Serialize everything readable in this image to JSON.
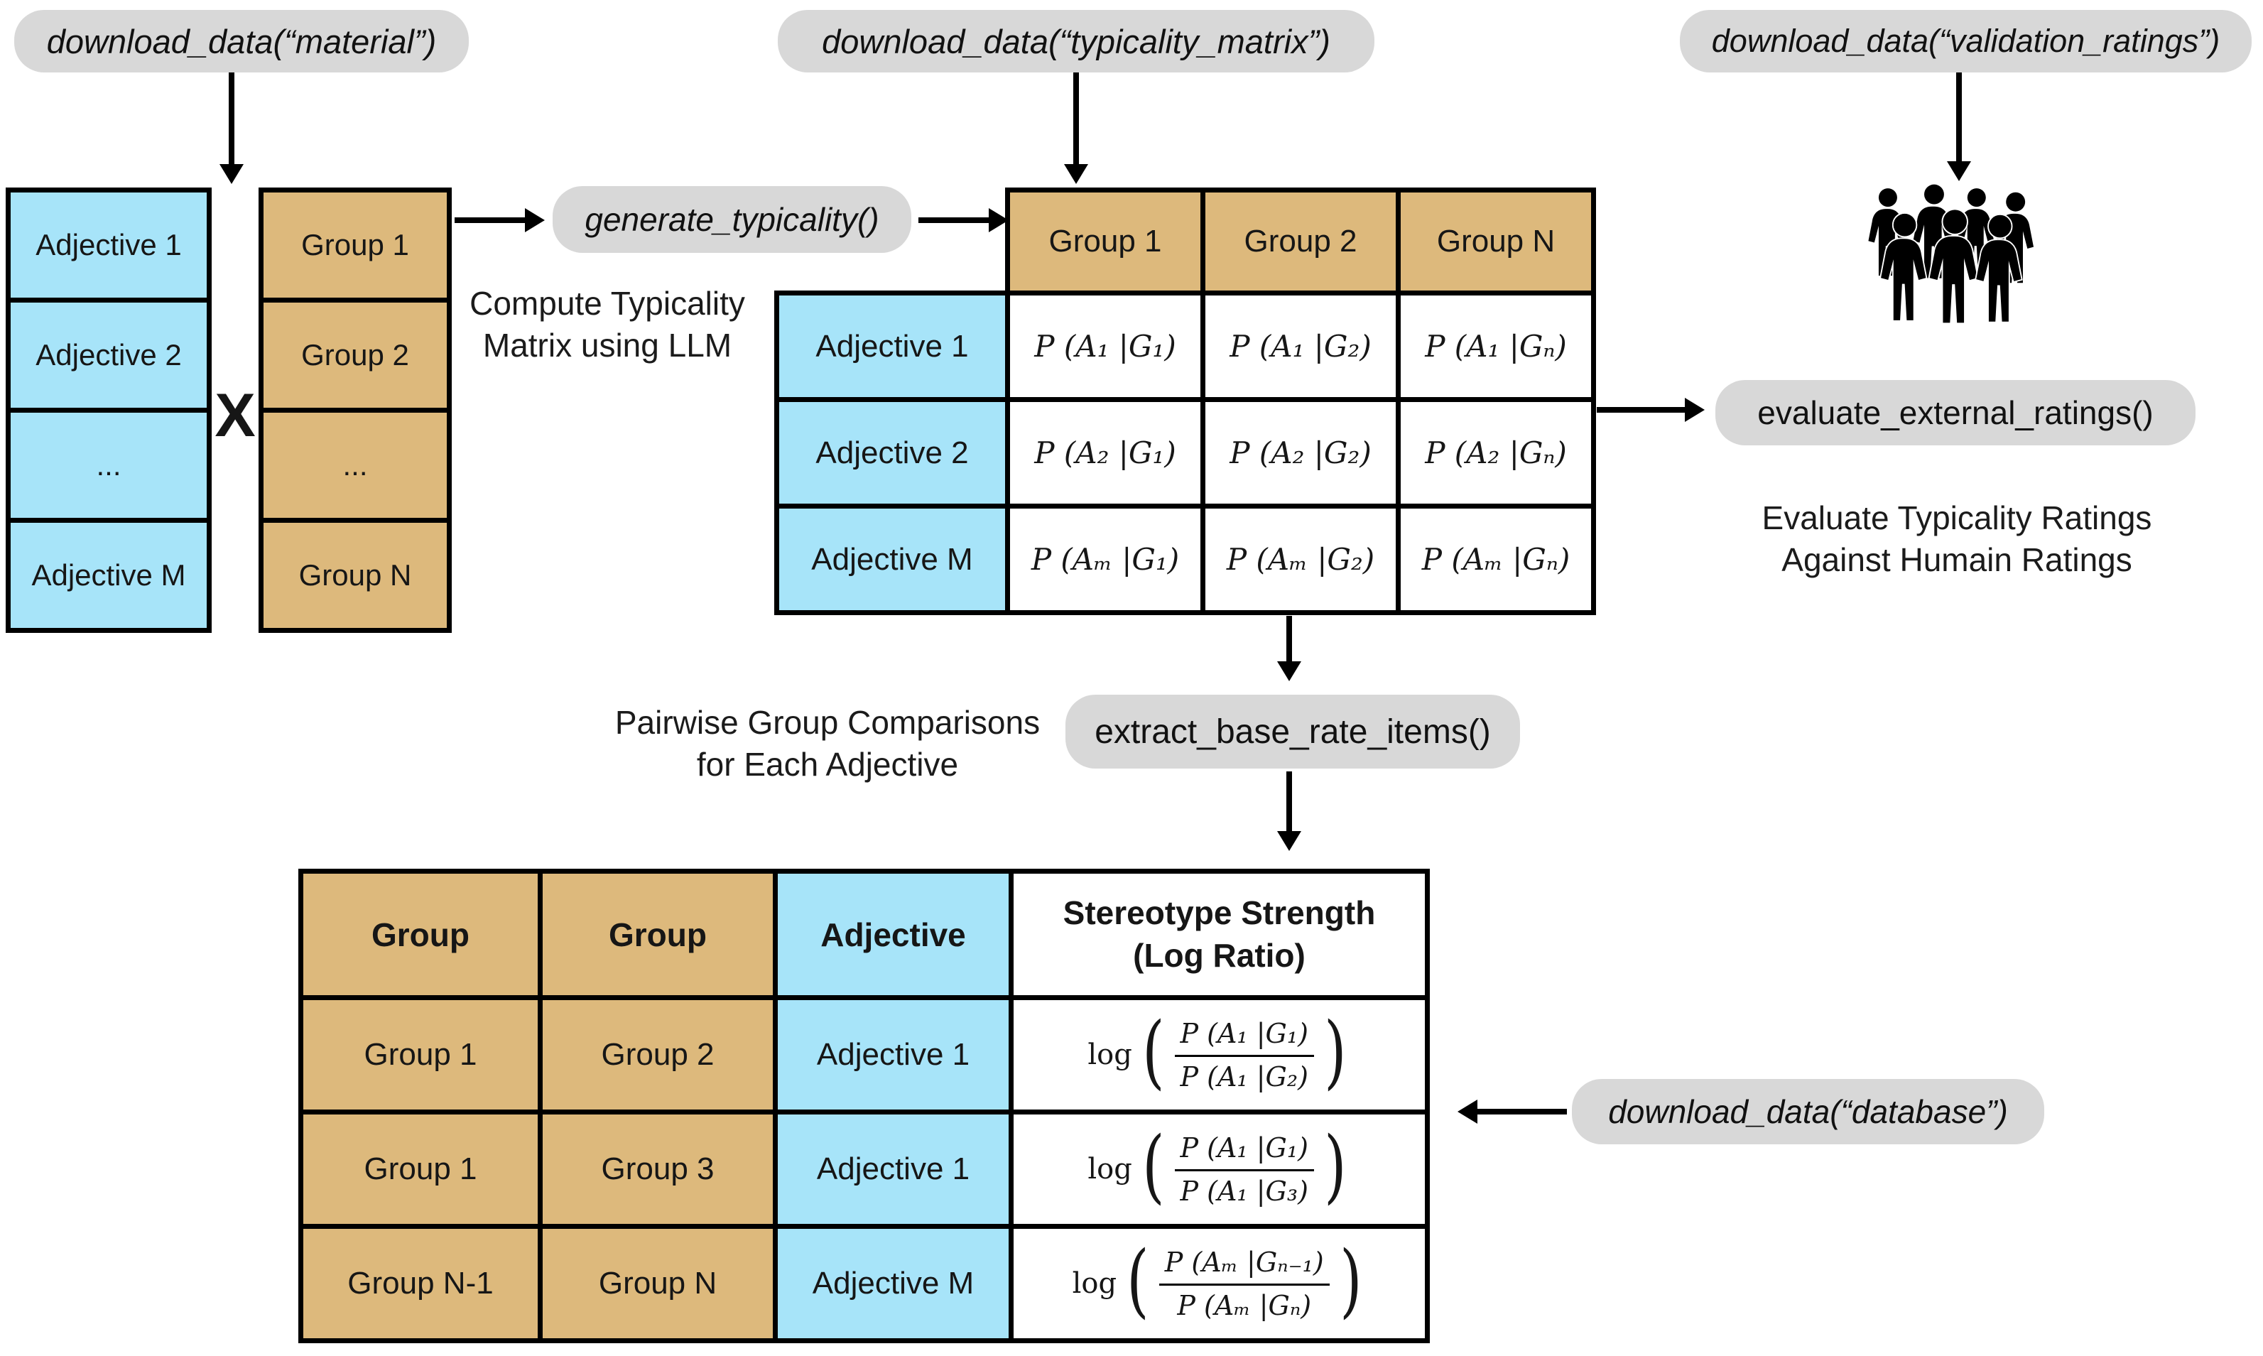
{
  "pills": {
    "material": "download_data(“material”)",
    "typicality": "download_data(“typicality_matrix”)",
    "validation": "download_data(“validation_ratings”)",
    "generate": "generate_typicality()",
    "evaluate": "evaluate_external_ratings()",
    "extract": "extract_base_rate_items()",
    "database": "download_data(“database”)"
  },
  "adjective_list": {
    "rows": [
      "Adjective 1",
      "Adjective 2",
      "...",
      "Adjective M"
    ]
  },
  "group_list": {
    "rows": [
      "Group 1",
      "Group 2",
      "...",
      "Group N"
    ]
  },
  "cross_operator": "X",
  "captions": {
    "compute": [
      "Compute Typicality",
      "Matrix using LLM"
    ],
    "pairwise": [
      "Pairwise Group Comparisons",
      "for Each Adjective"
    ],
    "evaluate": [
      "Evaluate Typicality Ratings",
      "Against Humain Ratings"
    ]
  },
  "typicality_matrix": {
    "col_headers": [
      "Group 1",
      "Group 2",
      "Group N"
    ],
    "row_headers": [
      "Adjective 1",
      "Adjective 2",
      "Adjective M"
    ],
    "cells": [
      [
        "P (A₁ |G₁)",
        "P (A₁ |G₂)",
        "P (A₁ |Gₙ)"
      ],
      [
        "P (A₂ |G₁)",
        "P (A₂ |G₂)",
        "P (A₂ |Gₙ)"
      ],
      [
        "P (Aₘ |G₁)",
        "P (Aₘ |G₂)",
        "P (Aₘ |Gₙ)"
      ]
    ]
  },
  "base_rate_table": {
    "headers": {
      "col1": "Group",
      "col2": "Group",
      "col3": "Adjective",
      "col4_line1": "Stereotype Strength",
      "col4_line2": "(Log Ratio)"
    },
    "log_label": "log",
    "lparen": "(",
    "rparen": ")",
    "rows": [
      {
        "group_a": "Group 1",
        "group_b": "Group 2",
        "adjective": "Adjective 1",
        "num": "P (A₁ |G₁)",
        "den": "P (A₁ |G₂)"
      },
      {
        "group_a": "Group 1",
        "group_b": "Group 3",
        "adjective": "Adjective 1",
        "num": "P (A₁ |G₁)",
        "den": "P (A₁ |G₃)"
      },
      {
        "group_a": "Group N-1",
        "group_b": "Group N",
        "adjective": "Adjective M",
        "num": "P (Aₘ |Gₙ₋₁)",
        "den": "P (Aₘ |Gₙ)"
      }
    ]
  },
  "colors": {
    "tan": "#DDB97C",
    "blue": "#A7E4F9",
    "pill_gray": "#D8D8D8",
    "border": "#000000"
  },
  "icons": {
    "crowd": "crowd-icon"
  }
}
